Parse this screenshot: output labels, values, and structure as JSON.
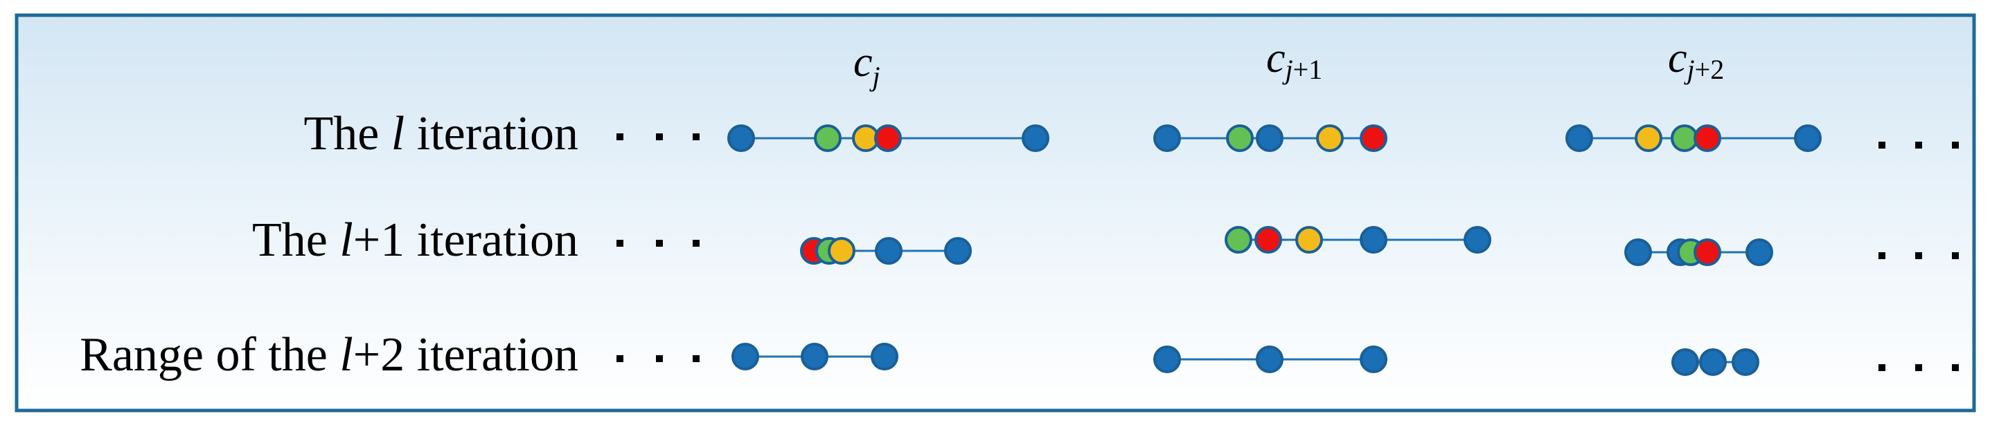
{
  "colors": {
    "panel_border": "#1f6b96",
    "panel_fill_top": "#d3e6f4",
    "panel_fill_bottom": "#ffffff",
    "line": "#1f73b5",
    "node_blue": "#1a6fb5",
    "node_green": "#63c055",
    "node_yellow": "#f2bb1a",
    "node_red": "#ee1111",
    "node_outline": "#1a5f98"
  },
  "columns": [
    {
      "base": "c",
      "sub": "j"
    },
    {
      "base": "c",
      "sub": "j",
      "sub_suffix": "+1"
    },
    {
      "base": "c",
      "sub": "j",
      "sub_suffix": "+2"
    }
  ],
  "rows": [
    {
      "prefix": "The ",
      "var": "l",
      "suffix": " iteration"
    },
    {
      "prefix": "The ",
      "var": "l",
      "suffix": "+1 iteration"
    },
    {
      "prefix": "Range of the ",
      "var": "l",
      "suffix": "+2 iteration"
    }
  ],
  "ellipsis": "• • •",
  "nodes": {
    "row1": {
      "col1": [
        "blue",
        "green",
        "yellow",
        "red",
        "blue"
      ],
      "col2": [
        "blue",
        "green",
        "blue",
        "yellow",
        "red"
      ],
      "col3": [
        "blue",
        "yellow",
        "green",
        "red",
        "blue"
      ]
    },
    "row2": {
      "col1": [
        "red",
        "green",
        "yellow",
        "blue",
        "blue"
      ],
      "col2": [
        "green",
        "red",
        "yellow",
        "blue",
        "blue"
      ],
      "col3": [
        "blue",
        "blue",
        "green",
        "red",
        "blue"
      ]
    },
    "row3": {
      "col1": [
        "blue",
        "blue",
        "blue"
      ],
      "col2": [
        "blue",
        "blue",
        "blue"
      ],
      "col3": [
        "blue",
        "blue",
        "blue"
      ]
    }
  }
}
